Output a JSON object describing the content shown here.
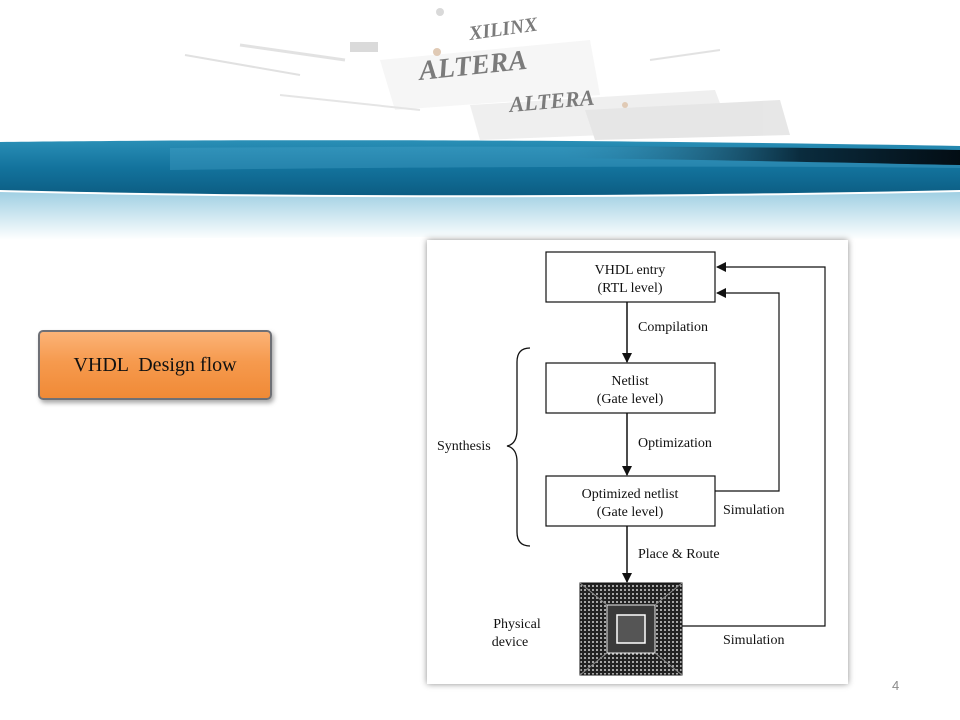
{
  "banner": {
    "logos": [
      "XILINX",
      "ALTERA",
      "ALTERA"
    ]
  },
  "title_box": {
    "label": "VHDL  Design flow"
  },
  "diagram": {
    "nodes": {
      "vhdl_entry": {
        "line1": "VHDL entry",
        "line2": "(RTL level)"
      },
      "netlist": {
        "line1": "Netlist",
        "line2": "(Gate level)"
      },
      "optimized_netlist": {
        "line1": "Optimized netlist",
        "line2": "(Gate level)"
      },
      "physical_device": {
        "line1": "Physical",
        "line2": "device"
      }
    },
    "edges": {
      "compilation": "Compilation",
      "optimization": "Optimization",
      "place_route": "Place & Route",
      "simulation_upper": "Simulation",
      "simulation_lower": "Simulation"
    },
    "group_label": "Synthesis"
  },
  "page_number": "4"
}
